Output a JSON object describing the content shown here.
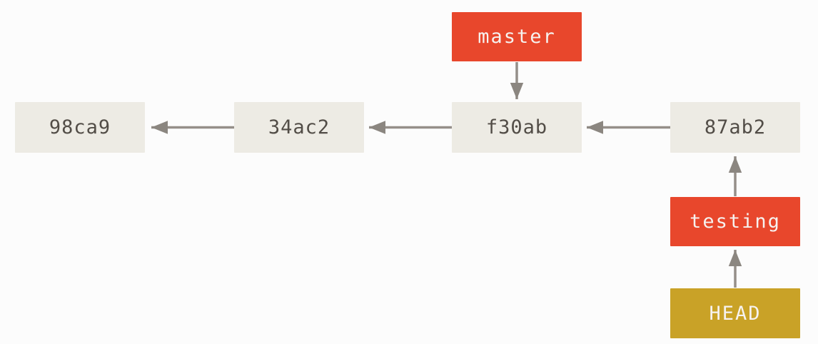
{
  "diagram": {
    "type": "git-commit-graph",
    "commits": [
      {
        "id": "98ca9"
      },
      {
        "id": "34ac2"
      },
      {
        "id": "f30ab"
      },
      {
        "id": "87ab2"
      }
    ],
    "edges": [
      {
        "from": "34ac2",
        "to": "98ca9"
      },
      {
        "from": "f30ab",
        "to": "34ac2"
      },
      {
        "from": "87ab2",
        "to": "f30ab"
      },
      {
        "from": "master",
        "to": "f30ab"
      },
      {
        "from": "testing",
        "to": "87ab2"
      },
      {
        "from": "HEAD",
        "to": "testing"
      }
    ],
    "branches": [
      {
        "label": "master",
        "points_to": "f30ab"
      },
      {
        "label": "testing",
        "points_to": "87ab2"
      }
    ],
    "head": {
      "label": "HEAD",
      "points_to": "testing"
    },
    "colors": {
      "background": "#fcfcfc",
      "commit_box": "#edebe4",
      "commit_text": "#524d47",
      "branch_box": "#e8472c",
      "head_box": "#c9a227",
      "ref_text": "#f6f2ef",
      "arrow": "#958f89"
    }
  }
}
